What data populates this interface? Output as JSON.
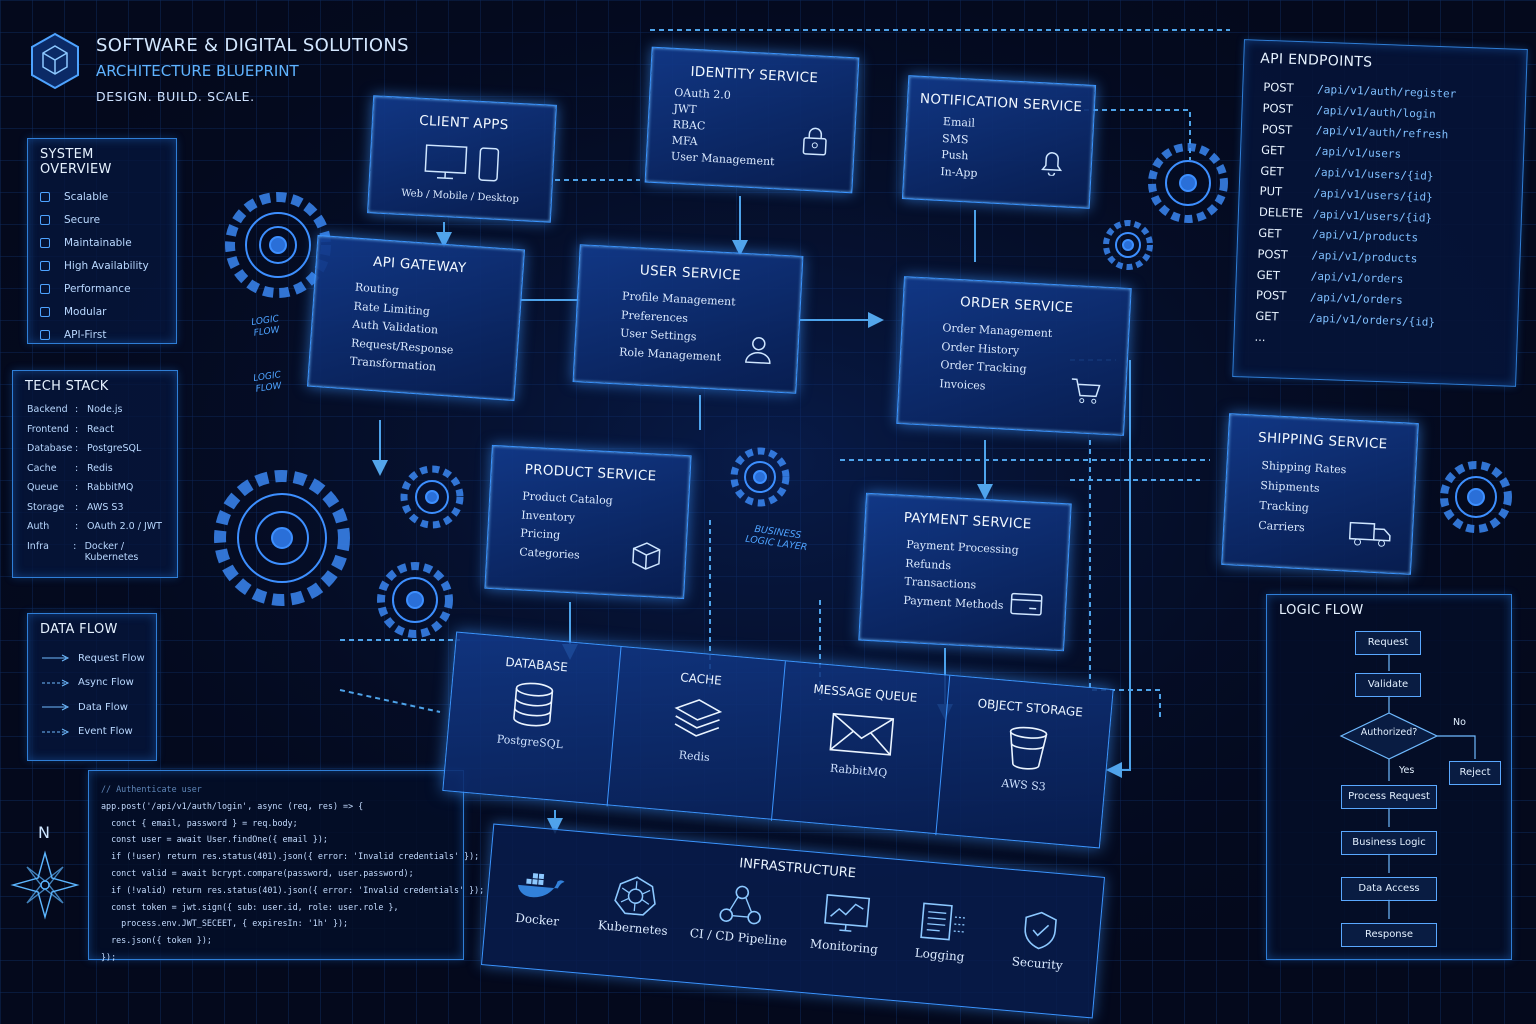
{
  "header": {
    "title": "SOFTWARE & DIGITAL SOLUTIONS",
    "subtitle": "ARCHITECTURE BLUEPRINT",
    "tagline": "DESIGN. BUILD. SCALE."
  },
  "system_overview": {
    "title": "SYSTEM OVERVIEW",
    "items": [
      "Scalable",
      "Secure",
      "Maintainable",
      "High Availability",
      "Performance",
      "Modular",
      "API-First"
    ]
  },
  "tech_stack": {
    "title": "TECH STACK",
    "rows": [
      {
        "k": "Backend",
        "v": "Node.js"
      },
      {
        "k": "Frontend",
        "v": "React"
      },
      {
        "k": "Database",
        "v": "PostgreSQL"
      },
      {
        "k": "Cache",
        "v": "Redis"
      },
      {
        "k": "Queue",
        "v": "RabbitMQ"
      },
      {
        "k": "Storage",
        "v": "AWS S3"
      },
      {
        "k": "Auth",
        "v": "OAuth 2.0 / JWT"
      },
      {
        "k": "Infra",
        "v": "Docker / Kubernetes"
      }
    ]
  },
  "data_flow": {
    "title": "DATA FLOW",
    "items": [
      "Request Flow",
      "Async Flow",
      "Data Flow",
      "Event Flow"
    ]
  },
  "code": {
    "lines": [
      "// Authenticate user",
      "app.post('/api/v1/auth/login', async (req, res) => {",
      "  conct { email, password } = req.body;",
      "  const user = await User.findOne({ email });",
      "  if (!user) return res.status(401).json({ error: 'Invalid credentials' });",
      "  conct valid = await bcrypt.compare(password, user.password);",
      "  if (!valid) return res.status(401).json({ error: 'Invalid credentials' });",
      "  const token = jwt.sign({ sub: user.id, role: user.role },",
      "    process.env.JWT_SECEET, { expiresIn: '1h' });",
      "  res.json({ token });",
      "});"
    ]
  },
  "compass": "N",
  "labels": {
    "logic_flow_1": "LOGIC FLOW",
    "logic_flow_2": "LOGIC FLOW",
    "business_logic_layer": "BUSINESS LOGIC LAYER"
  },
  "services": {
    "client_apps": {
      "title": "CLIENT APPS",
      "sub": "Web / Mobile / Desktop"
    },
    "api_gateway": {
      "title": "API GATEWAY",
      "items": [
        "Routing",
        "Rate Limiting",
        "Auth Validation",
        "Request/Response",
        "Transformation"
      ]
    },
    "identity": {
      "title": "IDENTITY SERVICE",
      "items": [
        "OAuth 2.0",
        "JWT",
        "RBAC",
        "MFA",
        "User Management"
      ]
    },
    "notification": {
      "title": "NOTIFICATION SERVICE",
      "items": [
        "Email",
        "SMS",
        "Push",
        "In-App"
      ]
    },
    "user": {
      "title": "USER SERVICE",
      "items": [
        "Profile Management",
        "Preferences",
        "User Settings",
        "Role Management"
      ]
    },
    "order": {
      "title": "ORDER SERVICE",
      "items": [
        "Order Management",
        "Order History",
        "Order Tracking",
        "Invoices"
      ]
    },
    "product": {
      "title": "PRODUCT SERVICE",
      "items": [
        "Product Catalog",
        "Inventory",
        "Pricing",
        "Categories"
      ]
    },
    "payment": {
      "title": "PAYMENT SERVICE",
      "items": [
        "Payment Processing",
        "Refunds",
        "Transactions",
        "Payment Methods"
      ]
    },
    "shipping": {
      "title": "SHIPPING SERVICE",
      "items": [
        "Shipping Rates",
        "Shipments",
        "Tracking",
        "Carriers"
      ]
    }
  },
  "data_stores": [
    {
      "title": "DATABASE",
      "sub": "PostgreSQL"
    },
    {
      "title": "CACHE",
      "sub": "Redis"
    },
    {
      "title": "MESSAGE QUEUE",
      "sub": "RabbitMQ"
    },
    {
      "title": "OBJECT STORAGE",
      "sub": "AWS S3"
    }
  ],
  "infrastructure": {
    "title": "INFRASTRUCTURE",
    "items": [
      "Docker",
      "Kubernetes",
      "CI / CD Pipeline",
      "Monitoring",
      "Logging",
      "Security"
    ]
  },
  "api_endpoints": {
    "title": "API ENDPOINTS",
    "rows": [
      {
        "m": "POST",
        "p": "/api/v1/auth/register"
      },
      {
        "m": "POST",
        "p": "/api/v1/auth/login"
      },
      {
        "m": "POST",
        "p": "/api/v1/auth/refresh"
      },
      {
        "m": "GET",
        "p": "/api/v1/users"
      },
      {
        "m": "GET",
        "p": "/api/v1/users/{id}"
      },
      {
        "m": "PUT",
        "p": "/api/v1/users/{id}"
      },
      {
        "m": "DELETE",
        "p": "/api/v1/users/{id}"
      },
      {
        "m": "GET",
        "p": "/api/v1/products"
      },
      {
        "m": "POST",
        "p": "/api/v1/products"
      },
      {
        "m": "GET",
        "p": "/api/v1/orders"
      },
      {
        "m": "POST",
        "p": "/api/v1/orders"
      },
      {
        "m": "GET",
        "p": "/api/v1/orders/{id}"
      }
    ],
    "more": "..."
  },
  "logic_flow": {
    "title": "LOGIC FLOW",
    "request": "Request",
    "validate": "Validate",
    "authorized": "Authorized?",
    "no": "No",
    "yes": "Yes",
    "reject": "Reject",
    "process": "Process Request",
    "business": "Business Logic",
    "data_access": "Data Access",
    "response": "Response"
  },
  "colors": {
    "background": "#04091c",
    "accent": "#3b95ff",
    "glow": "#56b4ff"
  }
}
